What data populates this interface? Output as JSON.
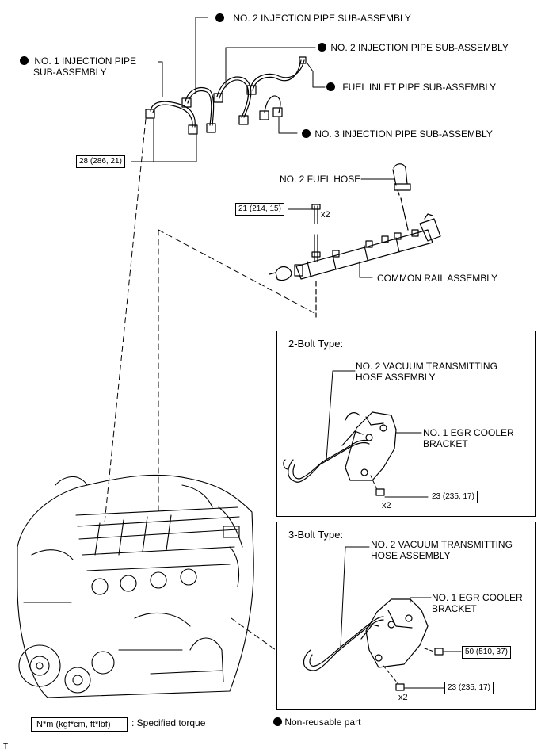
{
  "labels": {
    "no1_injection_pipe_line1": "NO. 1 INJECTION PIPE",
    "no1_injection_pipe_line2": "SUB-ASSEMBLY",
    "no2_injection_pipe_a": "NO. 2 INJECTION PIPE SUB-ASSEMBLY",
    "no2_injection_pipe_b": "NO. 2 INJECTION PIPE SUB-ASSEMBLY",
    "fuel_inlet_pipe": "FUEL INLET PIPE SUB-ASSEMBLY",
    "no3_injection_pipe": "NO. 3 INJECTION PIPE SUB-ASSEMBLY",
    "no2_fuel_hose": "NO. 2 FUEL HOSE",
    "common_rail": "COMMON RAIL ASSEMBLY"
  },
  "torques": {
    "injection_pipe": "28 (286, 21)",
    "common_rail_bolt": "21 (214, 15)",
    "two_bolt_bracket": "23 (235, 17)",
    "three_bolt_upper": "50 (510, 37)",
    "three_bolt_lower": "23 (235, 17)"
  },
  "multipliers": {
    "common_rail_bolt": "x2",
    "two_bolt": "x2",
    "three_bolt": "x2"
  },
  "panels": {
    "two_bolt": {
      "title": "2-Bolt Type:",
      "hose": "NO. 2 VACUUM TRANSMITTING HOSE ASSEMBLY",
      "bracket": "NO. 1 EGR COOLER BRACKET"
    },
    "three_bolt": {
      "title": "3-Bolt Type:",
      "hose": "NO. 2 VACUUM TRANSMITTING HOSE ASSEMBLY",
      "bracket": "NO. 1 EGR COOLER BRACKET"
    }
  },
  "legend": {
    "torque_unit": "N*m (kgf*cm, ft*lbf)",
    "torque_desc": ": Specified torque",
    "nonreusable": "Non-reusable part"
  },
  "corner_mark": "T"
}
